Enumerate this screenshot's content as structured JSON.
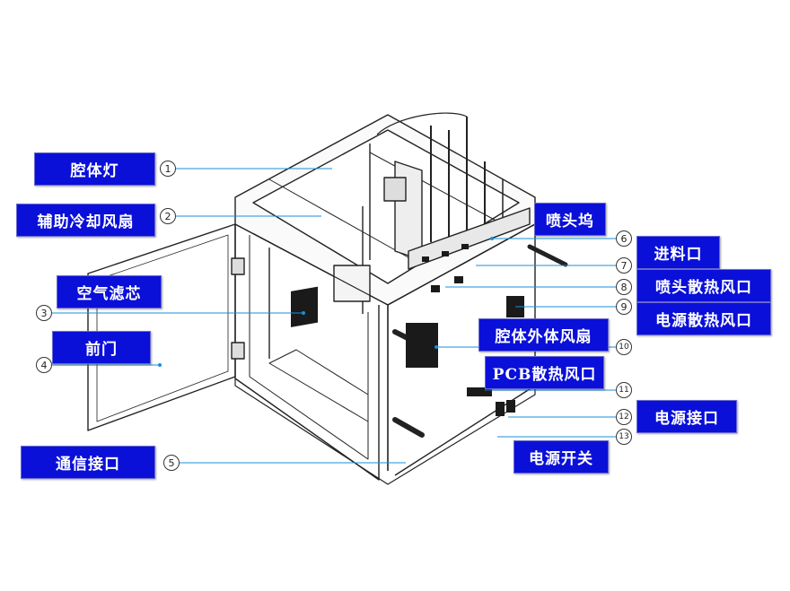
{
  "colors": {
    "label_bg": "#0a10d8",
    "label_text": "#ffffff",
    "leader": "#1a8fd8",
    "outline": "#222222"
  },
  "labels": {
    "cavity_light": "腔体灯",
    "aux_fan": "辅助冷却风扇",
    "air_filter": "空气滤芯",
    "front_door": "前门",
    "comm_port": "通信接口",
    "nozzle_dock": "喷头坞",
    "feed_port": "进料口",
    "nozzle_fan": "喷头散热风口",
    "psu_fan": "电源散热风口",
    "chamber_ext_fan": "腔体外体风扇",
    "pcb_fan": "PCB散热风口",
    "power_port": "电源接口",
    "power_switch": "电源开关"
  },
  "numbers": [
    "1",
    "2",
    "3",
    "4",
    "5",
    "6",
    "7",
    "8",
    "9",
    "10",
    "11",
    "12",
    "13"
  ]
}
